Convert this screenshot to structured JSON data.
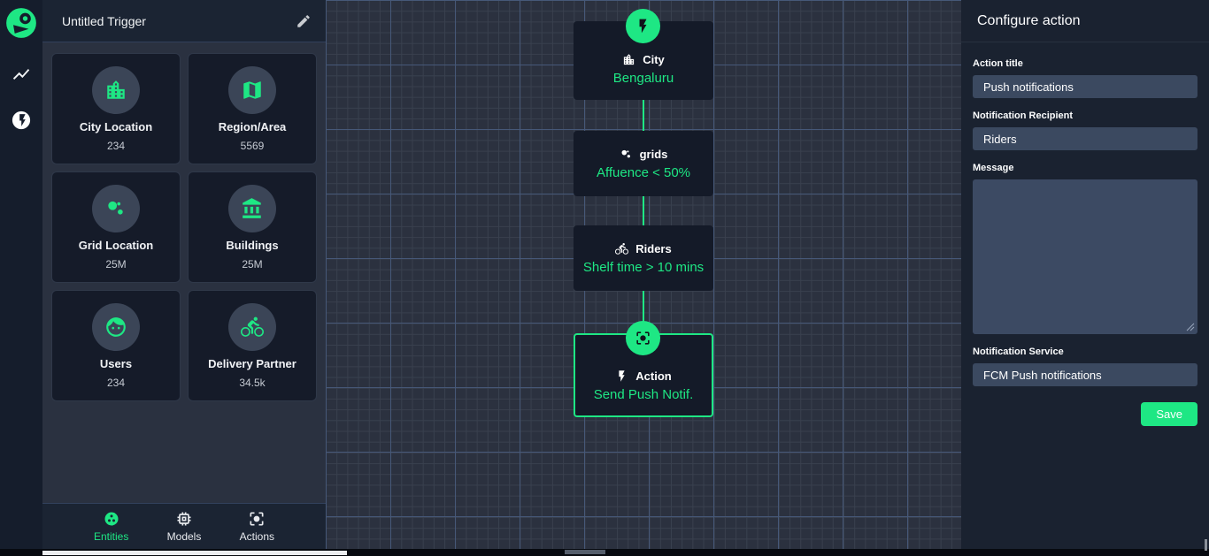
{
  "colors": {
    "accent_green": "#1ee784",
    "canvas_bg": "#2b313f",
    "panel_bg": "#1a2230",
    "card_bg": "#151b29",
    "input_bg": "#3b4960"
  },
  "rail": {
    "logo_icon": "locale-logo",
    "icons": [
      "activity-icon",
      "bolt-icon"
    ]
  },
  "trigger_panel": {
    "title": "Untitled Trigger",
    "edit_icon": "pencil-icon",
    "entities": [
      {
        "name": "City Location",
        "count": "234",
        "icon": "city-building-icon"
      },
      {
        "name": "Region/Area",
        "count": "5569",
        "icon": "map-icon"
      },
      {
        "name": "Grid Location",
        "count": "25M",
        "icon": "bubbles-icon"
      },
      {
        "name": "Buildings",
        "count": "25M",
        "icon": "bank-icon"
      },
      {
        "name": "Users",
        "count": "234",
        "icon": "face-icon"
      },
      {
        "name": "Delivery Partner",
        "count": "34.5k",
        "icon": "bike-icon"
      }
    ],
    "tabs": [
      {
        "label": "Entities",
        "icon": "entities-circle-icon",
        "active": true
      },
      {
        "label": "Models",
        "icon": "chip-icon",
        "active": false
      },
      {
        "label": "Actions",
        "icon": "focus-icon",
        "active": false
      }
    ]
  },
  "flow": {
    "trigger_badge_icon": "flash-icon",
    "action_badge_icon": "focus-icon",
    "nodes": [
      {
        "icon": "city-building-icon",
        "name": "City",
        "value": "Bengaluru"
      },
      {
        "icon": "bubbles-icon",
        "name": "grids",
        "value": "Affuence < 50%"
      },
      {
        "icon": "bike-icon",
        "name": "Riders",
        "value": "Shelf time > 10 mins"
      },
      {
        "icon": "flash-icon",
        "name": "Action",
        "value": "Send Push Notif."
      }
    ]
  },
  "config_panel": {
    "title": "Configure action",
    "action_title_label": "Action title",
    "action_title_value": "Push notifications",
    "recipient_label": "Notification Recipient",
    "recipient_value": "Riders",
    "message_label": "Message",
    "message_value": "",
    "service_label": "Notification Service",
    "service_value": "FCM Push notifications",
    "save_label": "Save"
  }
}
